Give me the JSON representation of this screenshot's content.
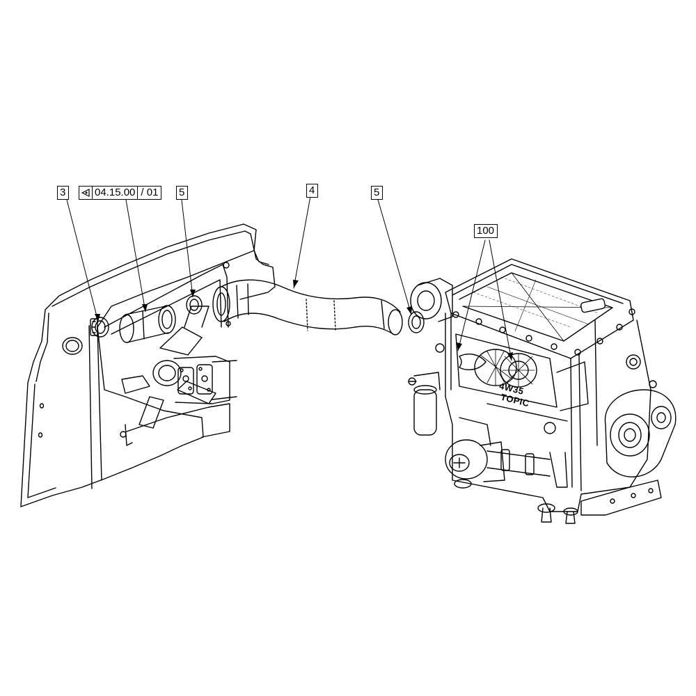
{
  "callouts": {
    "item_3": "3",
    "item_5_left": "5",
    "item_4": "4",
    "item_5_right": "5",
    "item_100": "100"
  },
  "reference": {
    "code": "04.15.00",
    "sheet": "/ 01",
    "icon": "reference-arrow-icon"
  },
  "engine_marking": {
    "line1": "4W35",
    "line2": "TOPIC"
  },
  "colors": {
    "line": "#000000",
    "background": "#ffffff"
  }
}
